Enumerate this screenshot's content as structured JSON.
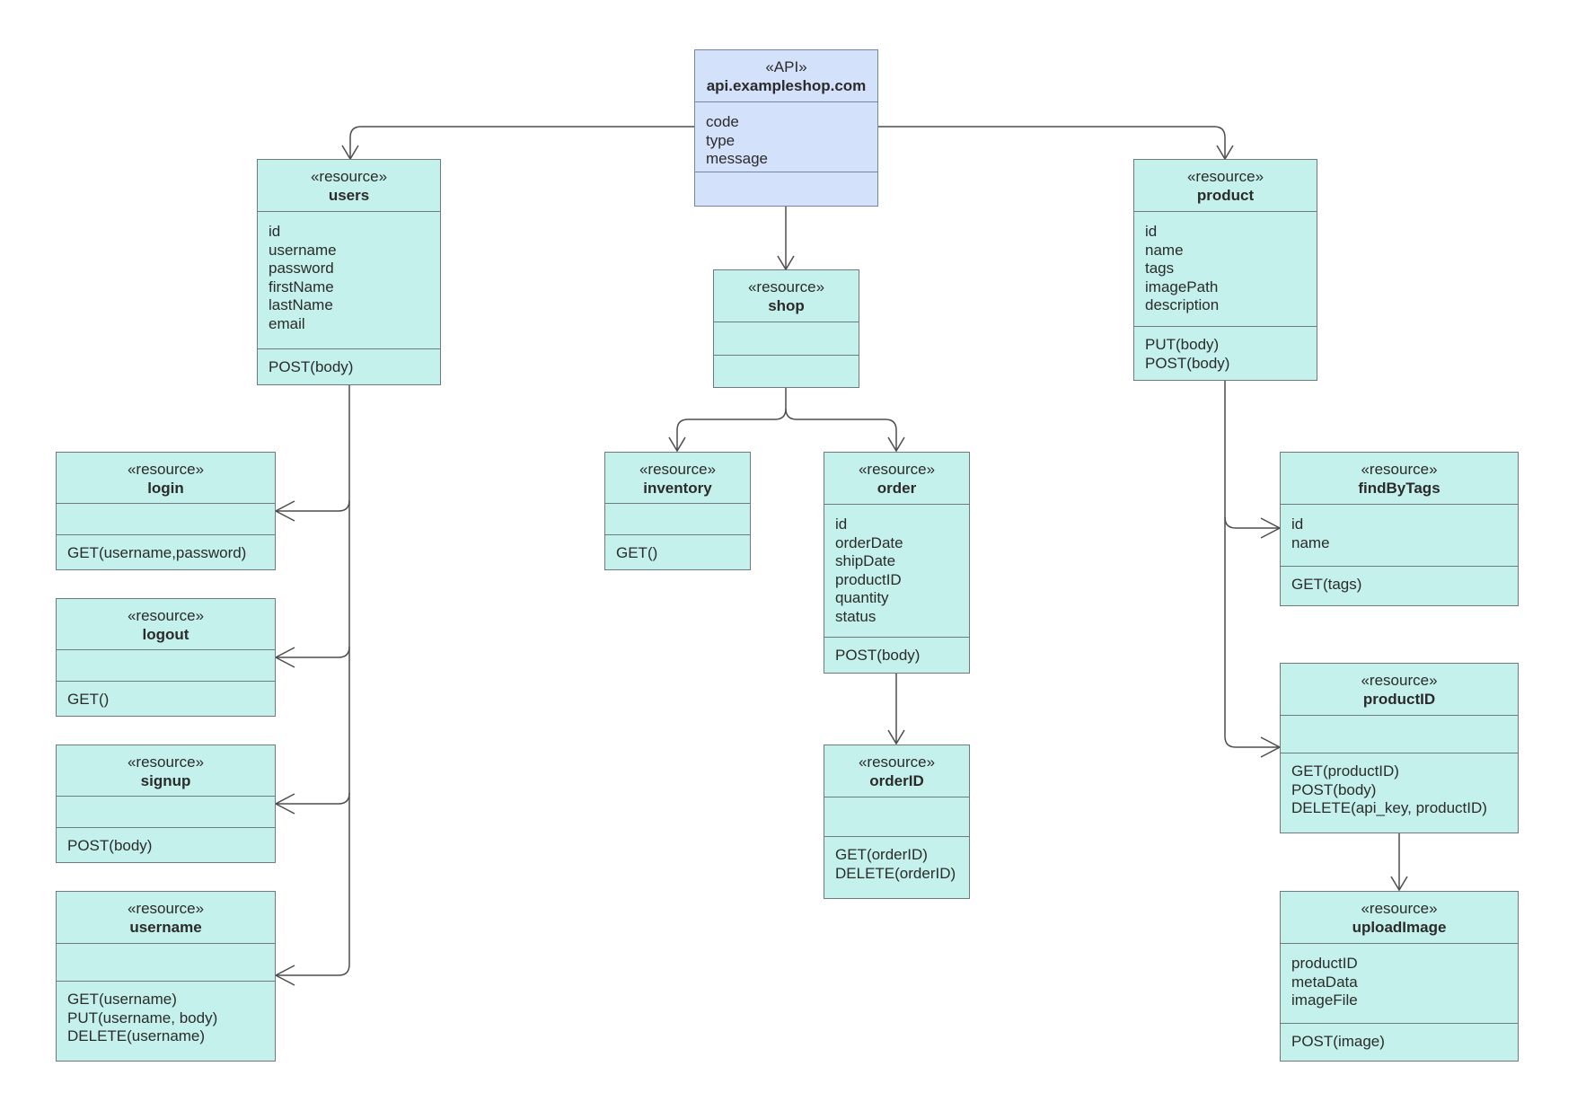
{
  "boxes": {
    "api": {
      "stereotype": "«API»",
      "name": "api.exampleshop.com",
      "attributes": [
        "code",
        "type",
        "message"
      ],
      "operations": []
    },
    "users": {
      "stereotype": "«resource»",
      "name": "users",
      "attributes": [
        "id",
        "username",
        "password",
        "firstName",
        "lastName",
        "email"
      ],
      "operations": [
        "POST(body)"
      ]
    },
    "shop": {
      "stereotype": "«resource»",
      "name": "shop",
      "attributes": [],
      "operations": []
    },
    "product": {
      "stereotype": "«resource»",
      "name": "product",
      "attributes": [
        "id",
        "name",
        "tags",
        "imagePath",
        "description"
      ],
      "operations": [
        "PUT(body)",
        "POST(body)"
      ]
    },
    "login": {
      "stereotype": "«resource»",
      "name": "login",
      "attributes": [],
      "operations": [
        "GET(username,password)"
      ]
    },
    "logout": {
      "stereotype": "«resource»",
      "name": "logout",
      "attributes": [],
      "operations": [
        "GET()"
      ]
    },
    "signup": {
      "stereotype": "«resource»",
      "name": "signup",
      "attributes": [],
      "operations": [
        "POST(body)"
      ]
    },
    "username": {
      "stereotype": "«resource»",
      "name": "username",
      "attributes": [],
      "operations": [
        "GET(username)",
        "PUT(username, body)",
        "DELETE(username)"
      ]
    },
    "inventory": {
      "stereotype": "«resource»",
      "name": "inventory",
      "attributes": [],
      "operations": [
        "GET()"
      ]
    },
    "order": {
      "stereotype": "«resource»",
      "name": "order",
      "attributes": [
        "id",
        "orderDate",
        "shipDate",
        "productID",
        "quantity",
        "status"
      ],
      "operations": [
        "POST(body)"
      ]
    },
    "orderID": {
      "stereotype": "«resource»",
      "name": "orderID",
      "attributes": [],
      "operations": [
        "GET(orderID)",
        "DELETE(orderID)"
      ]
    },
    "findByTags": {
      "stereotype": "«resource»",
      "name": "findByTags",
      "attributes": [
        "id",
        "name"
      ],
      "operations": [
        "GET(tags)"
      ]
    },
    "productID": {
      "stereotype": "«resource»",
      "name": "productID",
      "attributes": [],
      "operations": [
        "GET(productID)",
        "POST(body)",
        "DELETE(api_key, productID)"
      ]
    },
    "uploadImage": {
      "stereotype": "«resource»",
      "name": "uploadImage",
      "attributes": [
        "productID",
        "metaData",
        "imageFile"
      ],
      "operations": [
        "POST(image)"
      ]
    }
  },
  "connections": [
    {
      "from": "api",
      "to": "users"
    },
    {
      "from": "api",
      "to": "shop"
    },
    {
      "from": "api",
      "to": "product"
    },
    {
      "from": "users",
      "to": "login"
    },
    {
      "from": "users",
      "to": "logout"
    },
    {
      "from": "users",
      "to": "signup"
    },
    {
      "from": "users",
      "to": "username"
    },
    {
      "from": "shop",
      "to": "inventory"
    },
    {
      "from": "shop",
      "to": "order"
    },
    {
      "from": "order",
      "to": "orderID"
    },
    {
      "from": "product",
      "to": "findByTags"
    },
    {
      "from": "product",
      "to": "productID"
    },
    {
      "from": "productID",
      "to": "uploadImage"
    }
  ]
}
